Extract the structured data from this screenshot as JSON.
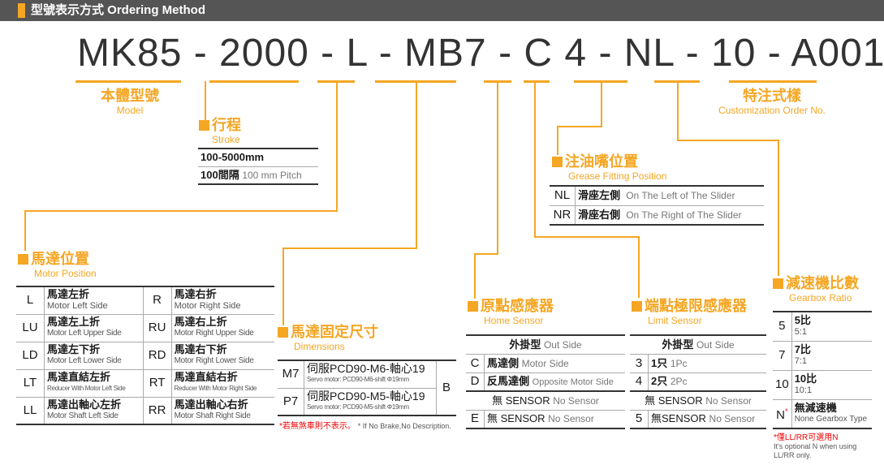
{
  "header": {
    "title": "型號表示方式 Ordering Method"
  },
  "code": {
    "text": "MK85 - 2000 - L - MB7 - C  4 - NL - 10 - A001"
  },
  "model": {
    "title": "本體型號",
    "subtitle": "Model"
  },
  "custom": {
    "title": "特注式樣",
    "subtitle": "Customization Order No."
  },
  "stroke": {
    "title": "行程",
    "subtitle": "Stroke",
    "row1": "100-5000mm",
    "row2_cn": "100間隔",
    "row2_en": "100 mm Pitch"
  },
  "grease": {
    "title": "注油嘴位置",
    "subtitle": "Grease Fitting Position",
    "rows": [
      {
        "code": "NL",
        "cn": "滑座左側",
        "en": "On The Left of The Slider"
      },
      {
        "code": "NR",
        "cn": "滑座右側",
        "en": "On The Right of The Slider"
      }
    ]
  },
  "motor_position": {
    "title": "馬達位置",
    "subtitle": "Motor Position",
    "rows": [
      {
        "c1": "L",
        "cn1": "馬達左折",
        "en1": "Motor Left Side",
        "c2": "R",
        "cn2": "馬達右折",
        "en2": "Motor Right Side"
      },
      {
        "c1": "LU",
        "cn1": "馬達左上折",
        "en1": "Motor Left Upper Side",
        "c2": "RU",
        "cn2": "馬達右上折",
        "en2": "Motor Right Upper Side"
      },
      {
        "c1": "LD",
        "cn1": "馬達左下折",
        "en1": "Motor Left Lower Side",
        "c2": "RD",
        "cn2": "馬達右下折",
        "en2": "Motor Right Lower Side"
      },
      {
        "c1": "LT",
        "cn1": "馬達直結左折",
        "en1": "Reducer With Motor Left Side",
        "c2": "RT",
        "cn2": "馬達直結右折",
        "en2": "Reducer With Motor Right Side"
      },
      {
        "c1": "LL",
        "cn1": "馬達出軸心左折",
        "en1": "Motor Shaft Left Side",
        "c2": "RR",
        "cn2": "馬達出軸心右折",
        "en2": "Motor Shaft Right Side"
      }
    ]
  },
  "motor_mount": {
    "title": "馬達固定尺寸",
    "subtitle": "Dimensions",
    "rows": [
      {
        "code": "M7",
        "cn": "伺服PCD90-M6-軸心19",
        "en": "Servo motor: PCD90-M6-shift Φ19mm"
      },
      {
        "code": "P7",
        "cn": "伺服PCD90-M5-軸心19",
        "en": "Servo motor: PCD90-M5-shift Φ19mm"
      }
    ],
    "suffix": "B",
    "note_cn": "*若無煞車則不表示。",
    "note_en": "* If No Brake,No Description."
  },
  "home_sensor": {
    "title": "原點感應器",
    "subtitle": "Home Sensor",
    "head_cn": "外掛型",
    "head_en": "Out Side",
    "rows": [
      {
        "code": "C",
        "cn": "馬達側",
        "en": "Motor Side"
      },
      {
        "code": "D",
        "cn": "反馬達側",
        "en": "Opposite Motor Side"
      }
    ],
    "none_a": {
      "cn": "無 SENSOR",
      "en": "No Sensor"
    },
    "none_b": {
      "code": "E",
      "cn": "無 SENSOR",
      "en": "No Sensor"
    }
  },
  "limit_sensor": {
    "title": "端點極限感應器",
    "subtitle": "Limit Sensor",
    "head_cn": "外掛型",
    "head_en": "Out Side",
    "rows": [
      {
        "code": "3",
        "cn": "1只",
        "en": "1Pc"
      },
      {
        "code": "4",
        "cn": "2只",
        "en": "2Pc"
      }
    ],
    "none_a": {
      "cn": "無 SENSOR",
      "en": "No Sensor"
    },
    "none_b": {
      "code": "5",
      "cn": "無SENSOR",
      "en": "No Sensor"
    }
  },
  "gearbox": {
    "title": "減速機比數",
    "subtitle": "Gearbox Ratio",
    "rows": [
      {
        "code": "5",
        "cn": "5比",
        "en": "5:1"
      },
      {
        "code": "7",
        "cn": "7比",
        "en": "7:1"
      },
      {
        "code": "10",
        "cn": "10比",
        "en": "10:1"
      },
      {
        "code": "N",
        "star": "*",
        "cn": "無減速機",
        "en": "None Gearbox Type"
      }
    ],
    "note_cn": "*僅LL/RR可選用N",
    "note_en1": "It's optional N when using",
    "note_en2": "LL/RR only."
  }
}
